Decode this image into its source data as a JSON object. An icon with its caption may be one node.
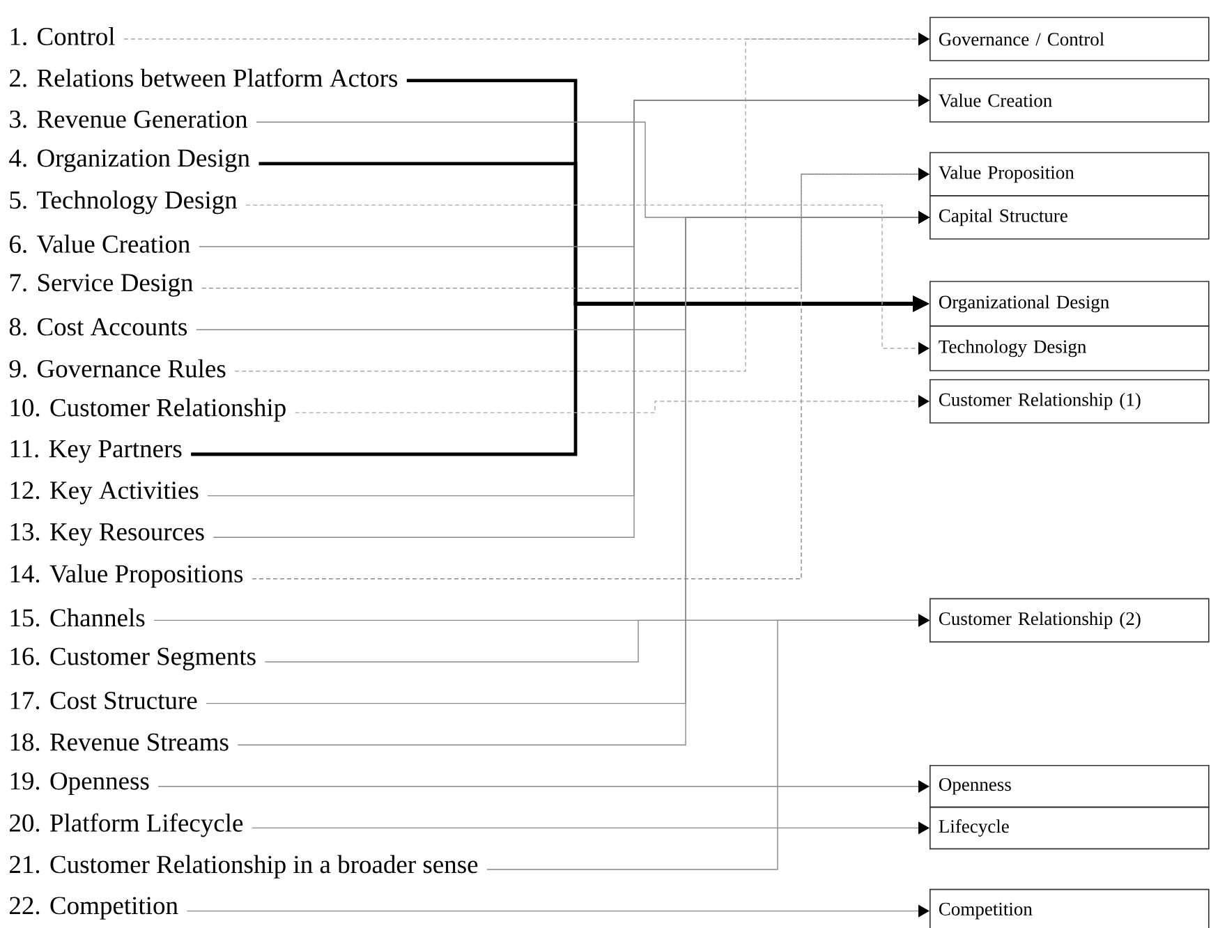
{
  "diagram": {
    "nodes": [
      {
        "text": [
          "1. Control"
        ]
      },
      {
        "text": [
          "2. Relations between Platform Actors"
        ]
      },
      {
        "text": [
          "3. Revenue Generation"
        ]
      },
      {
        "text": [
          "4. Organization Design"
        ]
      },
      {
        "text": [
          "5. Technology Design"
        ]
      },
      {
        "text": [
          "6. Value Creation"
        ]
      },
      {
        "text": [
          "7. Service Design"
        ]
      },
      {
        "text": [
          "8. Cost Accounts"
        ]
      },
      {
        "text": [
          "9. Governance Rules"
        ]
      },
      {
        "text": [
          "10. Customer Relationship"
        ]
      },
      {
        "text": [
          "11. Key Partners"
        ]
      },
      {
        "text": [
          "12. Key Activities"
        ]
      },
      {
        "text": [
          "13. Key Resources"
        ]
      },
      {
        "text": [
          "14. Value Propositions"
        ]
      },
      {
        "text": [
          "15. Channels"
        ]
      },
      {
        "text": [
          "16. Customer Segments"
        ]
      },
      {
        "text": [
          "17. Cost Structure"
        ]
      },
      {
        "text": [
          "18. Revenue Streams"
        ]
      },
      {
        "text": [
          "19. Openness"
        ]
      },
      {
        "text": [
          "20. Platform Lifecycle"
        ]
      },
      {
        "text": [
          "21. Customer Relationship in a broader sense"
        ]
      },
      {
        "text": [
          "22. Competition"
        ]
      },
      {
        "text": [
          "Governance / Control"
        ]
      },
      {
        "text": [
          "Value Creation"
        ]
      },
      {
        "text": [
          "Value Proposition"
        ]
      },
      {
        "text": [
          "Capital Structure"
        ]
      },
      {
        "text": [
          "Organizational Design"
        ]
      },
      {
        "text": [
          "Technology Design"
        ]
      },
      {
        "text": [
          "Customer Relationship (1)"
        ]
      },
      {
        "text": [
          "Customer Relationship (2)"
        ]
      },
      {
        "text": [
          "Openness"
        ]
      },
      {
        "text": [
          "Lifecycle"
        ]
      },
      {
        "text": [
          "Competition"
        ]
      }
    ],
    "edges": [
      {
        "from": 0,
        "to": 22,
        "arrow": "to",
        "style": "dashed",
        "color": "#aaaaaa"
      },
      {
        "from": 8,
        "to": 22,
        "arrow": "to",
        "style": "dashed",
        "color": "#aaaaaa"
      },
      {
        "from": 1,
        "to": 26,
        "arrow": "to",
        "style": "thick",
        "color": "#000000"
      },
      {
        "from": 3,
        "to": 26,
        "arrow": "to",
        "style": "thick",
        "color": "#000000"
      },
      {
        "from": 10,
        "to": 26,
        "arrow": "to",
        "style": "thick",
        "color": "#000000"
      },
      {
        "from": 2,
        "to": 25,
        "arrow": "to"
      },
      {
        "from": 5,
        "to": 23,
        "arrow": "to"
      },
      {
        "from": 11,
        "to": 23,
        "arrow": "to"
      },
      {
        "from": 12,
        "to": 23,
        "arrow": "to"
      },
      {
        "from": 7,
        "to": 25,
        "arrow": "to"
      },
      {
        "from": 16,
        "to": 25,
        "arrow": "to"
      },
      {
        "from": 17,
        "to": 25,
        "arrow": "to"
      },
      {
        "from": 6,
        "to": 24,
        "arrow": "to",
        "style": "dashed"
      },
      {
        "from": 13,
        "to": 24,
        "arrow": "to",
        "style": "dashed"
      },
      {
        "from": 4,
        "to": 27,
        "arrow": "to",
        "style": "dashed",
        "color": "#aaaaaa"
      },
      {
        "from": 9,
        "to": 28,
        "arrow": "to",
        "style": "dashed",
        "color": "#aaaaaa"
      },
      {
        "from": 14,
        "to": 29,
        "arrow": "to"
      },
      {
        "from": 15,
        "to": 29,
        "arrow": "to"
      },
      {
        "from": 20,
        "to": 29,
        "arrow": "to"
      },
      {
        "from": 18,
        "to": 30,
        "arrow": "to"
      },
      {
        "from": 19,
        "to": 31,
        "arrow": "to"
      },
      {
        "from": 21,
        "to": 32,
        "arrow": "to"
      }
    ]
  }
}
